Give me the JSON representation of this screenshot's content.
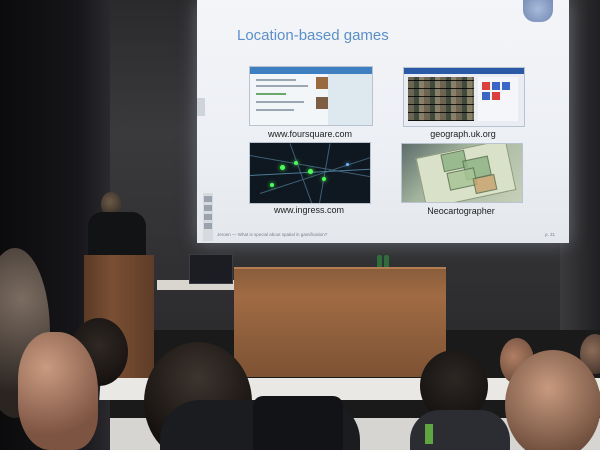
{
  "slide": {
    "title": "Location-based games",
    "footer": "Jeroen — What is special about spatial in gamification?",
    "page_number": "p. 31"
  },
  "thumbnails": [
    {
      "caption": "www.foursquare.com",
      "icon": "foursquare-screenshot"
    },
    {
      "caption": "geograph.uk.org",
      "icon": "geograph-screenshot"
    },
    {
      "caption": "www.ingress.com",
      "icon": "ingress-map-screenshot"
    },
    {
      "caption": "Neocartographer",
      "icon": "neocartographer-photo"
    }
  ],
  "colors": {
    "slide_background": "#eceff4",
    "title_blue": "#5a8fd0",
    "ingress_glow": "#4cff58",
    "desk_wood": "#a06b44"
  }
}
